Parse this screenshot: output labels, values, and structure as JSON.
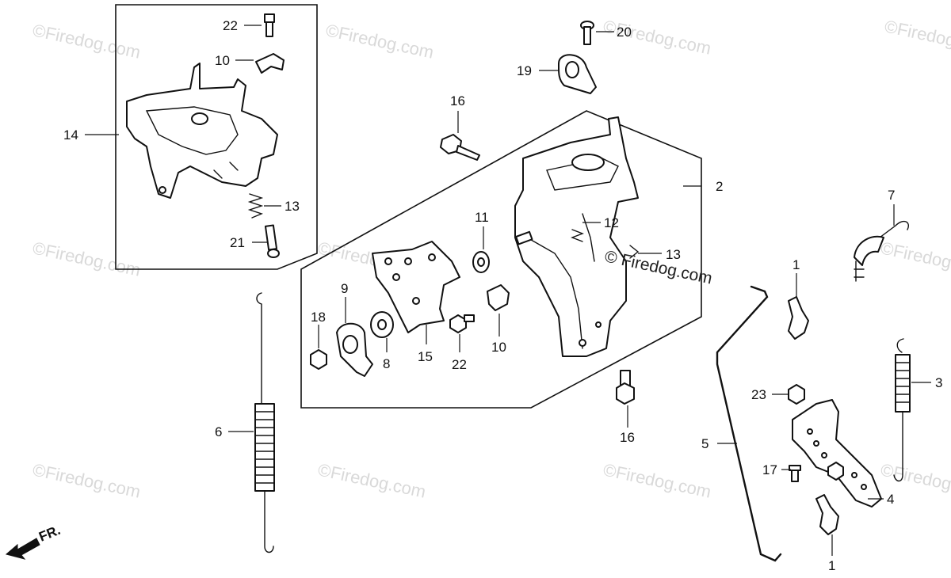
{
  "watermark": "©Firedog.com",
  "center_watermark": "© Firedog.com",
  "direction_label": "FR.",
  "callouts": {
    "c22a": "22",
    "c10a": "10",
    "c14": "14",
    "c13a": "13",
    "c21": "21",
    "c20": "20",
    "c19": "19",
    "c16a": "16",
    "c2": "2",
    "c11": "11",
    "c12": "12",
    "c13b": "13",
    "c9": "9",
    "c18": "18",
    "c8": "8",
    "c15": "15",
    "c22b": "22",
    "c10b": "10",
    "c16b": "16",
    "c1a": "1",
    "c7": "7",
    "c3": "3",
    "c23": "23",
    "c17": "17",
    "c4": "4",
    "c5": "5",
    "c6": "6",
    "c1b": "1"
  }
}
